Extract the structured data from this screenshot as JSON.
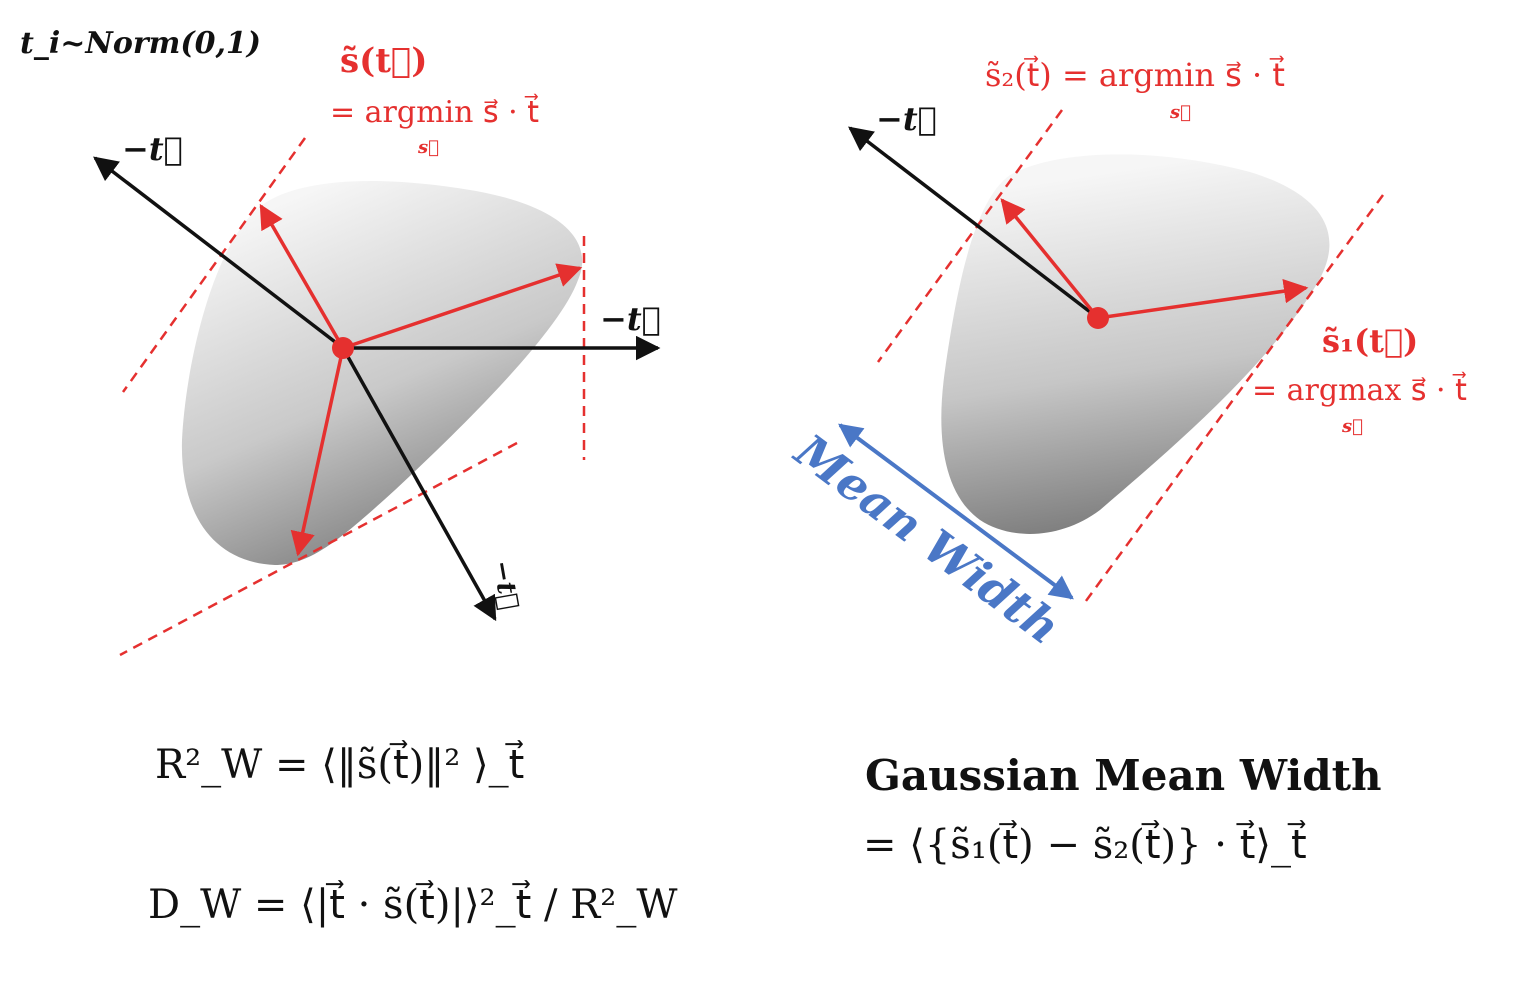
{
  "colors": {
    "black": "#111111",
    "red": "#e5302f",
    "blue": "#4a77c6",
    "shape_light": "#f4f4f4",
    "shape_dark": "#7d7d7d"
  },
  "left_panel": {
    "distribution_label": "t_i~Norm(0,1)",
    "top_annotation": {
      "line1": "s̃(t⃗)",
      "line2": "= argmin s⃗ · t⃗",
      "sub": "s⃗"
    },
    "arrow_labels": {
      "upper": "−t⃗",
      "right": "−t⃗",
      "lower": "−t⃗"
    },
    "formula_rw": "R²_W = ⟨‖s̃(t⃗)‖² ⟩_t⃗",
    "formula_dw": "D_W = ⟨|t⃗ · s̃(t⃗)|⟩²_t⃗ / R²_W"
  },
  "right_panel": {
    "annotation_s2": {
      "line1": "s̃₂(t⃗) = argmin s⃗ · t⃗",
      "sub": "s⃗"
    },
    "annotation_s1": {
      "line1": "s̃₁(t⃗)",
      "line2": "= argmax s⃗ · t⃗",
      "sub": "s⃗"
    },
    "arrow_label": "−t⃗",
    "mean_width_label": "Mean Width",
    "gmw_title": "Gaussian Mean Width",
    "gmw_formula": "= ⟨{s̃₁(t⃗) − s̃₂(t⃗)} · t⃗⟩_t⃗"
  }
}
